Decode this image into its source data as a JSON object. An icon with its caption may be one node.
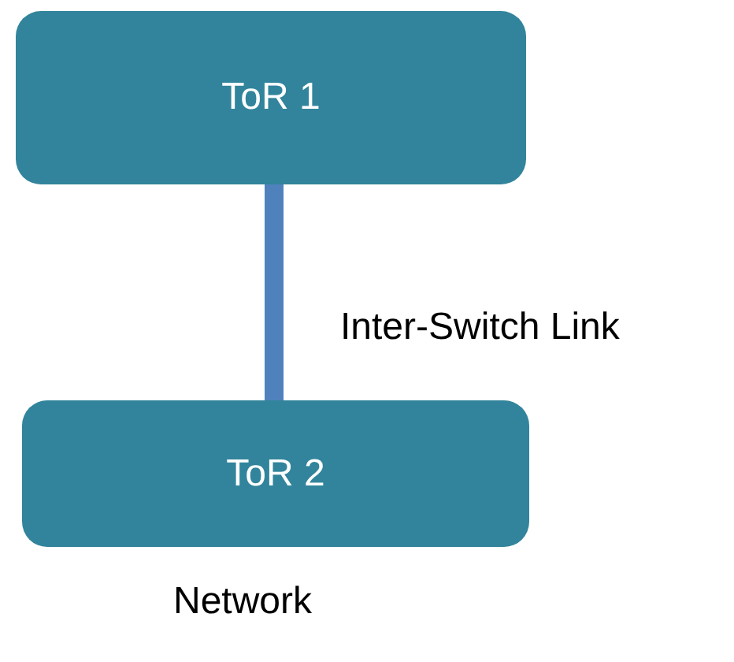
{
  "diagram": {
    "nodes": [
      {
        "text": [
          "ToR 1"
        ]
      },
      {
        "text": [
          "ToR 2"
        ]
      }
    ],
    "edges": [
      {
        "from": 0,
        "to": 1,
        "arrow": "none",
        "label": "Inter-Switch Link"
      }
    ],
    "labels": [
      "Network"
    ]
  }
}
